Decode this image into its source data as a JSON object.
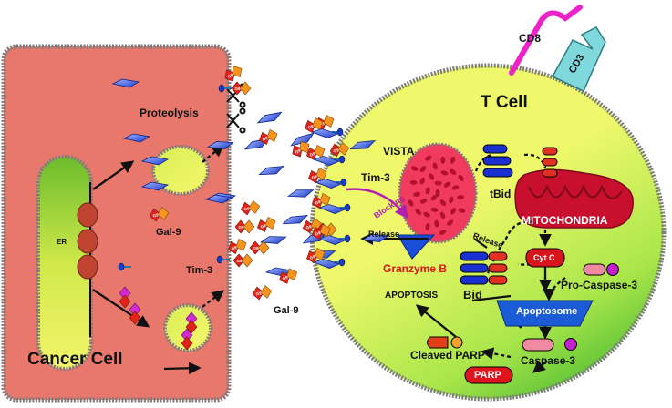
{
  "labels": {
    "cd8": "CD8",
    "cd3": "CD3",
    "t_cell": "T Cell",
    "proteolysis": "Proteolysis",
    "vista": "VISTA",
    "tim3_tcell": "Tim-3",
    "tbid": "tBid",
    "blocking": "Blocking",
    "mitochondria": "MITOCHONDRIA",
    "release_upper": "Release",
    "release_lower": "Release",
    "granzyme_b": "Granzyme B",
    "cyt_c": "Cyt C",
    "bid": "Bid",
    "pro_caspase3": "Pro-Caspase-3",
    "apoptosis": "APOPTOSIS",
    "apoptosome": "Apoptosome",
    "cleaved_parp": "Cleaved PARP",
    "caspase3": "Caspase-3",
    "parp": "PARP",
    "er": "ER",
    "gal9_cancer": "Gal-9",
    "tim3_cancer": "Tim-3",
    "gal9_extra": "Gal-9",
    "cancer_cell": "Cancer Cell",
    "g9": "G9"
  },
  "colors": {
    "cancer_cell_fill": "#e8776c",
    "tcell_light": "#e9f76a",
    "tcell_dark": "#3db52a",
    "membrane": "#8a8a8a",
    "mitochondria": "#c8102e",
    "apoptosome": "#1c5bd6",
    "cyt_c": "#d8141c",
    "parp": "#e0141c",
    "cd8": "#ee22c9",
    "cd3": "#7fd8dc",
    "granzyme": "#1a4dd8",
    "blocking": "#b020b0",
    "gal9_red": "#e2231a",
    "gal9_orange": "#f7941d",
    "gal9_magenta": "#d32ad0",
    "tim3_blue": "#2a4fd8"
  }
}
